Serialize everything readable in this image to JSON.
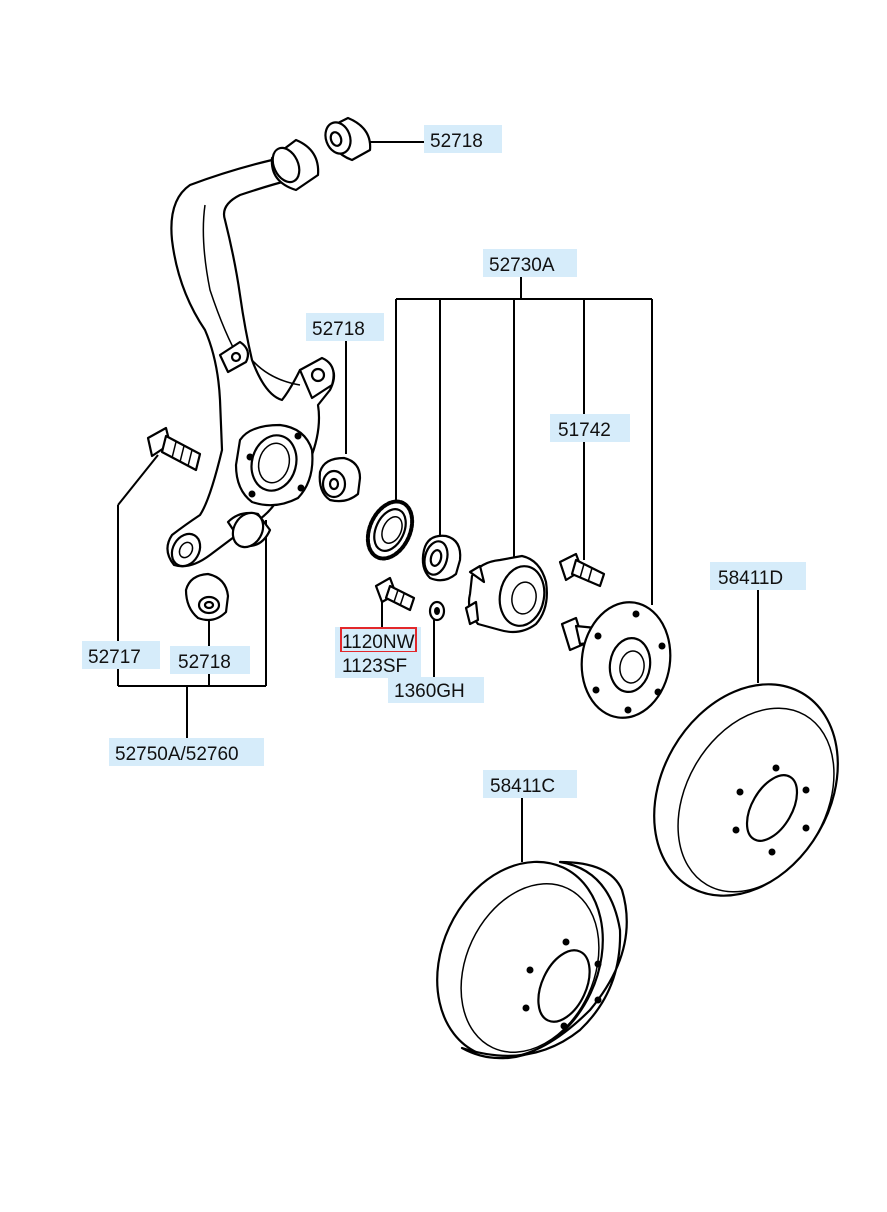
{
  "labels": {
    "bushing_top": "52718",
    "hub_assembly": "52730A",
    "bushing_mid": "52718",
    "bolt_hub": "51742",
    "disc_rotor": "58411D",
    "stud": "52717",
    "bushing_low": "52718",
    "bolt_nw": "1120NW",
    "bolt_sf": "1123SF",
    "nut": "1360GH",
    "knuckle": "52750A/52760",
    "drum": "58411C"
  },
  "colors": {
    "label_background": "#d6ecfa",
    "highlight_border": "#e3282b"
  }
}
